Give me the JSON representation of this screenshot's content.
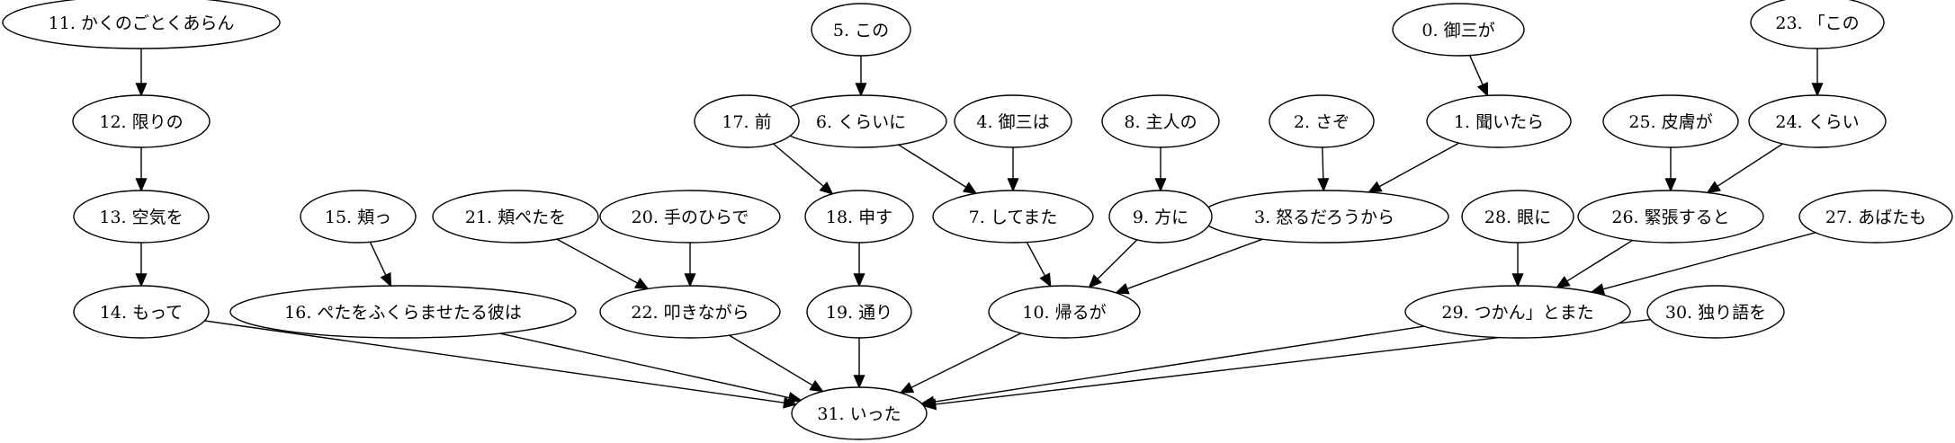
{
  "nodes": [
    {
      "id": 0,
      "label": "0. 御三が"
    },
    {
      "id": 1,
      "label": "1. 聞いたら"
    },
    {
      "id": 2,
      "label": "2. さぞ"
    },
    {
      "id": 3,
      "label": "3. 怒るだろうから"
    },
    {
      "id": 4,
      "label": "4. 御三は"
    },
    {
      "id": 5,
      "label": "5. この"
    },
    {
      "id": 6,
      "label": "6. くらいに"
    },
    {
      "id": 7,
      "label": "7. してまた"
    },
    {
      "id": 8,
      "label": "8. 主人の"
    },
    {
      "id": 9,
      "label": "9. 方に"
    },
    {
      "id": 10,
      "label": "10. 帰るが"
    },
    {
      "id": 11,
      "label": "11. かくのごとくあらん"
    },
    {
      "id": 12,
      "label": "12. 限りの"
    },
    {
      "id": 13,
      "label": "13. 空気を"
    },
    {
      "id": 14,
      "label": "14. もって"
    },
    {
      "id": 15,
      "label": "15. 頬っ"
    },
    {
      "id": 16,
      "label": "16. ぺたをふくらませたる彼は"
    },
    {
      "id": 17,
      "label": "17. 前"
    },
    {
      "id": 18,
      "label": "18. 申す"
    },
    {
      "id": 19,
      "label": "19. 通り"
    },
    {
      "id": 20,
      "label": "20. 手のひらで"
    },
    {
      "id": 21,
      "label": "21. 頬ぺたを"
    },
    {
      "id": 22,
      "label": "22. 叩きながら"
    },
    {
      "id": 23,
      "label": "23. 「この"
    },
    {
      "id": 24,
      "label": "24. くらい"
    },
    {
      "id": 25,
      "label": "25. 皮膚が"
    },
    {
      "id": 26,
      "label": "26. 緊張すると"
    },
    {
      "id": 27,
      "label": "27. あばたも"
    },
    {
      "id": 28,
      "label": "28. 眼に"
    },
    {
      "id": 29,
      "label": "29. つかん」とまた"
    },
    {
      "id": 30,
      "label": "30. 独り語を"
    },
    {
      "id": 31,
      "label": "31. いった"
    }
  ],
  "edges": [
    [
      11,
      12
    ],
    [
      12,
      13
    ],
    [
      13,
      14
    ],
    [
      14,
      31
    ],
    [
      15,
      16
    ],
    [
      16,
      31
    ],
    [
      21,
      22
    ],
    [
      20,
      22
    ],
    [
      22,
      31
    ],
    [
      17,
      18
    ],
    [
      18,
      19
    ],
    [
      19,
      31
    ],
    [
      5,
      6
    ],
    [
      6,
      7
    ],
    [
      4,
      7
    ],
    [
      7,
      10
    ],
    [
      8,
      9
    ],
    [
      9,
      10
    ],
    [
      3,
      10
    ],
    [
      10,
      31
    ],
    [
      2,
      3
    ],
    [
      1,
      3
    ],
    [
      0,
      1
    ],
    [
      23,
      24
    ],
    [
      25,
      26
    ],
    [
      24,
      26
    ],
    [
      28,
      29
    ],
    [
      26,
      29
    ],
    [
      27,
      29
    ],
    [
      29,
      31
    ],
    [
      30,
      31
    ]
  ]
}
